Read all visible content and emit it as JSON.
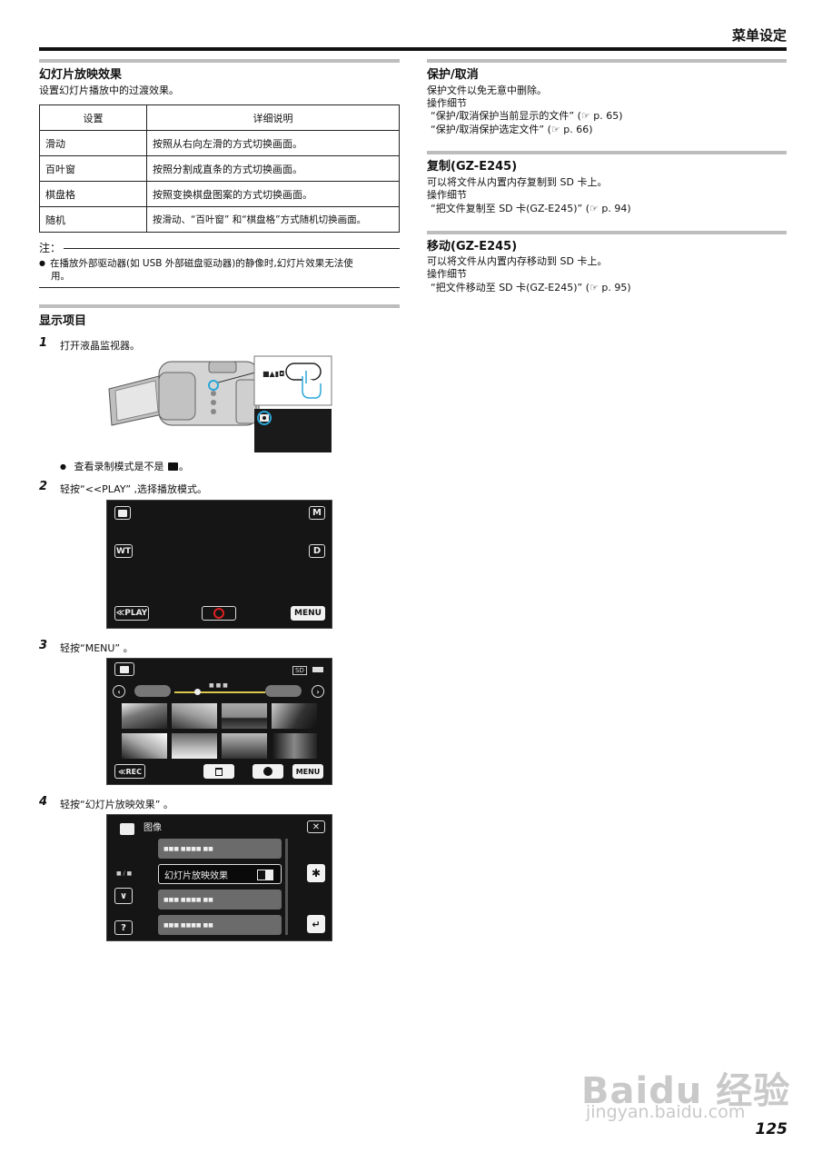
{
  "header": {
    "title": "菜单设定"
  },
  "slide_effect": {
    "title": "幻灯片放映效果",
    "desc": "设置幻灯片播放中的过渡效果。",
    "table": {
      "headers": [
        "设置",
        "详细说明"
      ],
      "rows": [
        [
          "滑动",
          "按照从右向左滑的方式切换画面。"
        ],
        [
          "百叶窗",
          "按照分割成直条的方式切换画面。"
        ],
        [
          "棋盘格",
          "按照变换棋盘图案的方式切换画面。"
        ],
        [
          "随机",
          "按滑动、“百叶窗” 和“棋盘格”方式随机切换画面。"
        ]
      ]
    },
    "note_label": "注：",
    "note_line1": "在播放外部驱动器(如 USB 外部磁盘驱动器)的静像时,幻灯片效果无法使",
    "note_line2": "用。"
  },
  "display_items": {
    "title": "显示项目",
    "steps": [
      {
        "num": "1",
        "text": "打开液晶监视器。"
      },
      {
        "num": "2",
        "text": "轻按“<<PLAY” ,选择播放模式。"
      },
      {
        "num": "3",
        "text": "轻按“MENU” 。"
      },
      {
        "num": "4",
        "text": "轻按“幻灯片放映效果” 。"
      }
    ],
    "check_text": "查看录制模式是不是",
    "check_suffix": "。"
  },
  "screen2": {
    "m": "M",
    "wt": "WT",
    "d": "D",
    "play": "≪PLAY",
    "menu": "MENU"
  },
  "screen3": {
    "sd": "SD",
    "rec": "≪REC",
    "menu": "MENU",
    "date": "■ ■ ■"
  },
  "screen4": {
    "title": "图像",
    "item": "幻灯片放映效果",
    "placeholder": "■■■ ■■■■ ■■",
    "page": "■ / ■",
    "help": "?"
  },
  "protect": {
    "title": "保护/取消",
    "line1": "保护文件以免无意中删除。",
    "line2": "操作细节",
    "ref1": "“保护/取消保护当前显示的文件” (☞ p. 65)",
    "ref2": "“保护/取消保护选定文件” (☞ p. 66)"
  },
  "copy": {
    "title": "复制(GZ-E245)",
    "line1": "可以将文件从内置内存复制到 SD 卡上。",
    "line2": "操作细节",
    "ref1": "“把文件复制至 SD 卡(GZ-E245)” (☞ p. 94)"
  },
  "move": {
    "title": "移动(GZ-E245)",
    "line1": "可以将文件从内置内存移动到 SD 卡上。",
    "line2": "操作细节",
    "ref1": "“把文件移动至 SD 卡(GZ-E245)” (☞ p. 95)"
  },
  "page_number": "125",
  "watermark": {
    "brand": "Baidu 经验",
    "url": "jingyan.baidu.com"
  }
}
